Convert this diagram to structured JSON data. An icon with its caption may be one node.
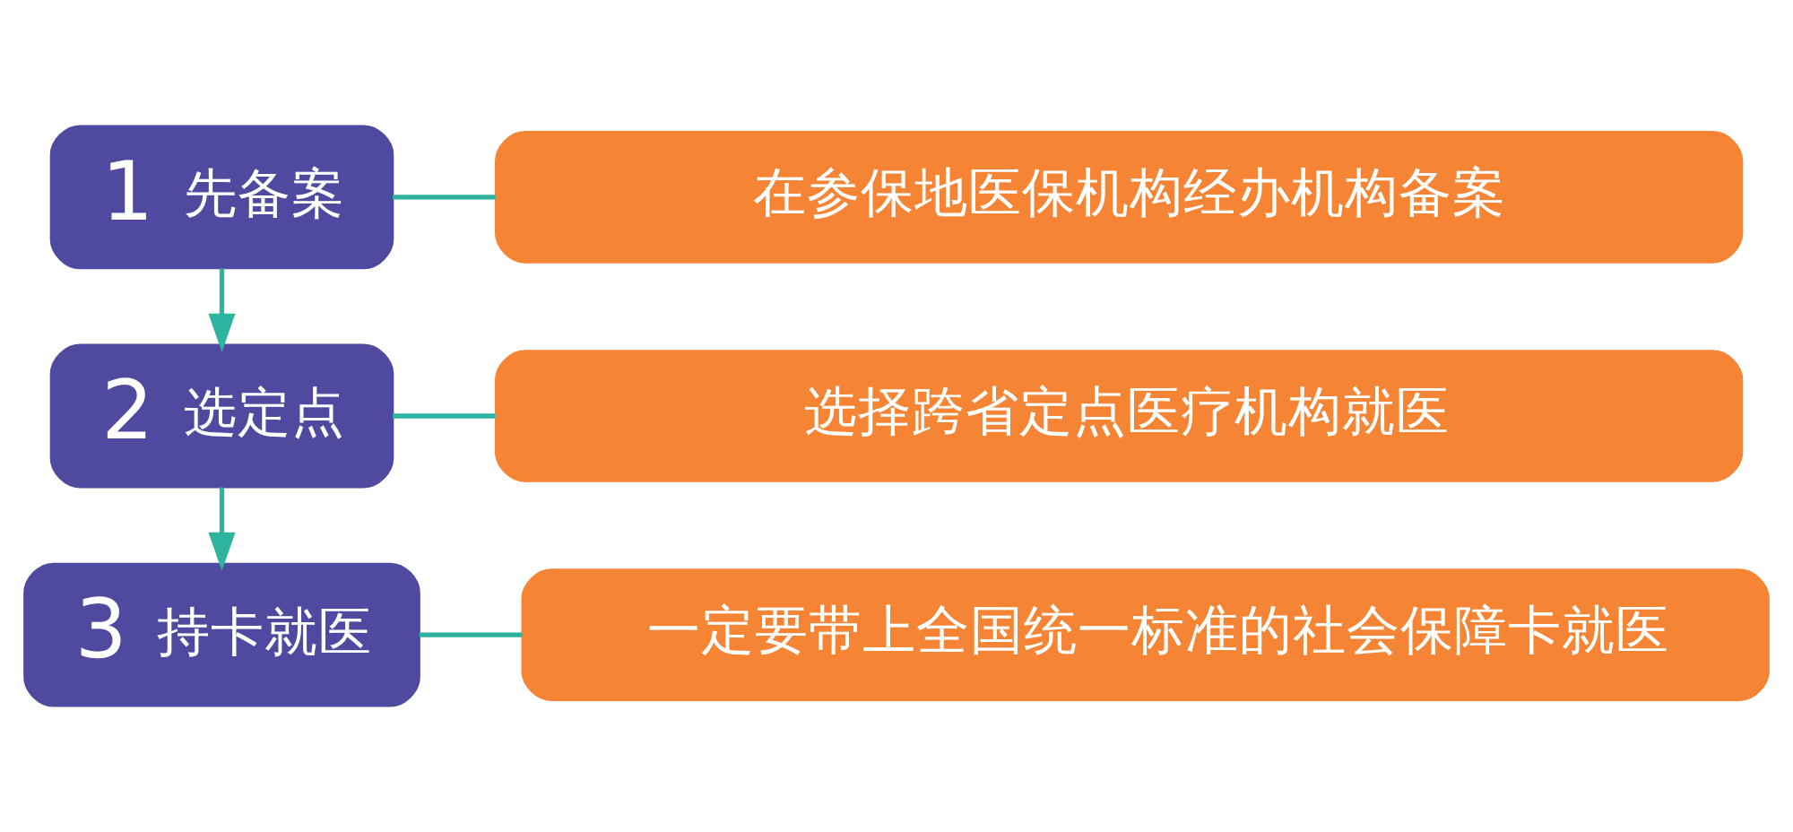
{
  "diagram": {
    "nodes": [
      {
        "text": [
          "1",
          "先备案"
        ]
      },
      {
        "text": [
          "在参保地医保机构经办机构备案"
        ]
      },
      {
        "text": [
          "2",
          "选定点"
        ]
      },
      {
        "text": [
          "选择跨省定点医疗机构就医"
        ]
      },
      {
        "text": [
          "3",
          "持卡就医"
        ]
      },
      {
        "text": [
          "一定要带上全国统一标准的社会保障卡就医"
        ]
      }
    ],
    "edges": [
      {
        "from": 0,
        "to": 1,
        "arrow": "none"
      },
      {
        "from": 0,
        "to": 2,
        "arrow": "to"
      },
      {
        "from": 2,
        "to": 3,
        "arrow": "none"
      },
      {
        "from": 2,
        "to": 4,
        "arrow": "to"
      },
      {
        "from": 4,
        "to": 5,
        "arrow": "none"
      }
    ]
  }
}
